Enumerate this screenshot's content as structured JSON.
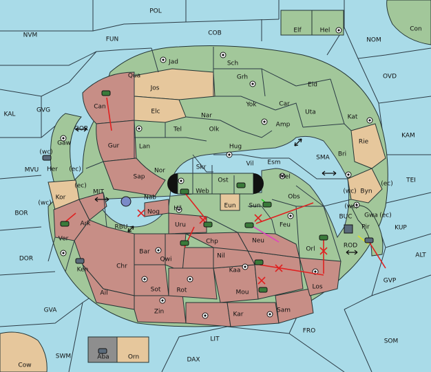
{
  "map": {
    "title": "",
    "sea_color": "#a9dbe8",
    "colors": {
      "neutral": "#a2c79a",
      "red_power": "#c78e86",
      "tan_power": "#e6c79c",
      "gray_power": "#8e8e8e",
      "order_red": "#e02020"
    },
    "sea_regions": [
      "POL",
      "NVM",
      "FUN",
      "COB",
      "NOM",
      "Con",
      "OVD",
      "KAL",
      "GVG",
      "KAM",
      "GOR",
      "SMA",
      "TEI",
      "MVU",
      "MIT",
      "BOR",
      "KUP",
      "RBU",
      "BUC",
      "ROD",
      "DOR",
      "ALT",
      "GVP",
      "GVA",
      "LIT",
      "FRO",
      "SOM",
      "SWM",
      "DAX",
      "Cow"
    ],
    "land_regions": [
      "Elf",
      "Hel",
      "Jad",
      "Sch",
      "Qua",
      "Jos",
      "Grh",
      "Eld",
      "Can",
      "Elc",
      "Yok",
      "Car",
      "Uta",
      "Kat",
      "Nar",
      "Amp",
      "Tel",
      "Olk",
      "Gur",
      "Lan",
      "Hug",
      "Rie",
      "Bri",
      "Gaw",
      "Skr",
      "Vil",
      "Esm",
      "Nor",
      "Sap",
      "Ost",
      "Mel",
      "Byn",
      "Her",
      "Web",
      "Kor",
      "Nab",
      "Eun",
      "Sun",
      "Obs",
      "Gwa",
      "Pir",
      "Nog",
      "Hil",
      "Uru",
      "Feu",
      "Ark",
      "Chp",
      "Neu",
      "Ver",
      "Bar",
      "Qwi",
      "Nil",
      "Orl",
      "Ken",
      "Chr",
      "Kaa",
      "Rot",
      "Sot",
      "Ail",
      "Mou",
      "Los",
      "Zin",
      "Kar",
      "Sam",
      "Aba",
      "Orn"
    ],
    "tags": {
      "wc": "(wc)",
      "ec": "(ec)"
    }
  }
}
